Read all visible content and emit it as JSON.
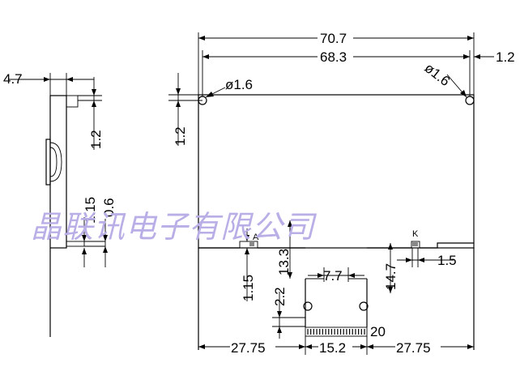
{
  "dimensions": {
    "side_thickness": "4.7",
    "overall_width": "70.7",
    "hole_span": "68.3",
    "edge_offset_right": "1.2",
    "hole_dia_left": "ø1.6",
    "hole_dia_right": "ø1.6",
    "top_offset_left": "1.2",
    "side_top_offset": "1.2",
    "side_pin_a": "1.15",
    "side_pin_b": "0.6",
    "tail_width": "7.7",
    "tail_offset_left": "13.3",
    "tail_height": "14.7",
    "pad_width": "1.5",
    "lower_a": "1.15",
    "lower_b": "2.2",
    "margin_left": "27.75",
    "connector_width": "15.2",
    "margin_right": "27.75"
  },
  "labels": {
    "anode": "A",
    "cathode": "K",
    "pin_count": "20"
  },
  "watermark": "晶联讯电子有限公司",
  "colors": {
    "watermark": "#b9aee6",
    "line": "#000000"
  }
}
